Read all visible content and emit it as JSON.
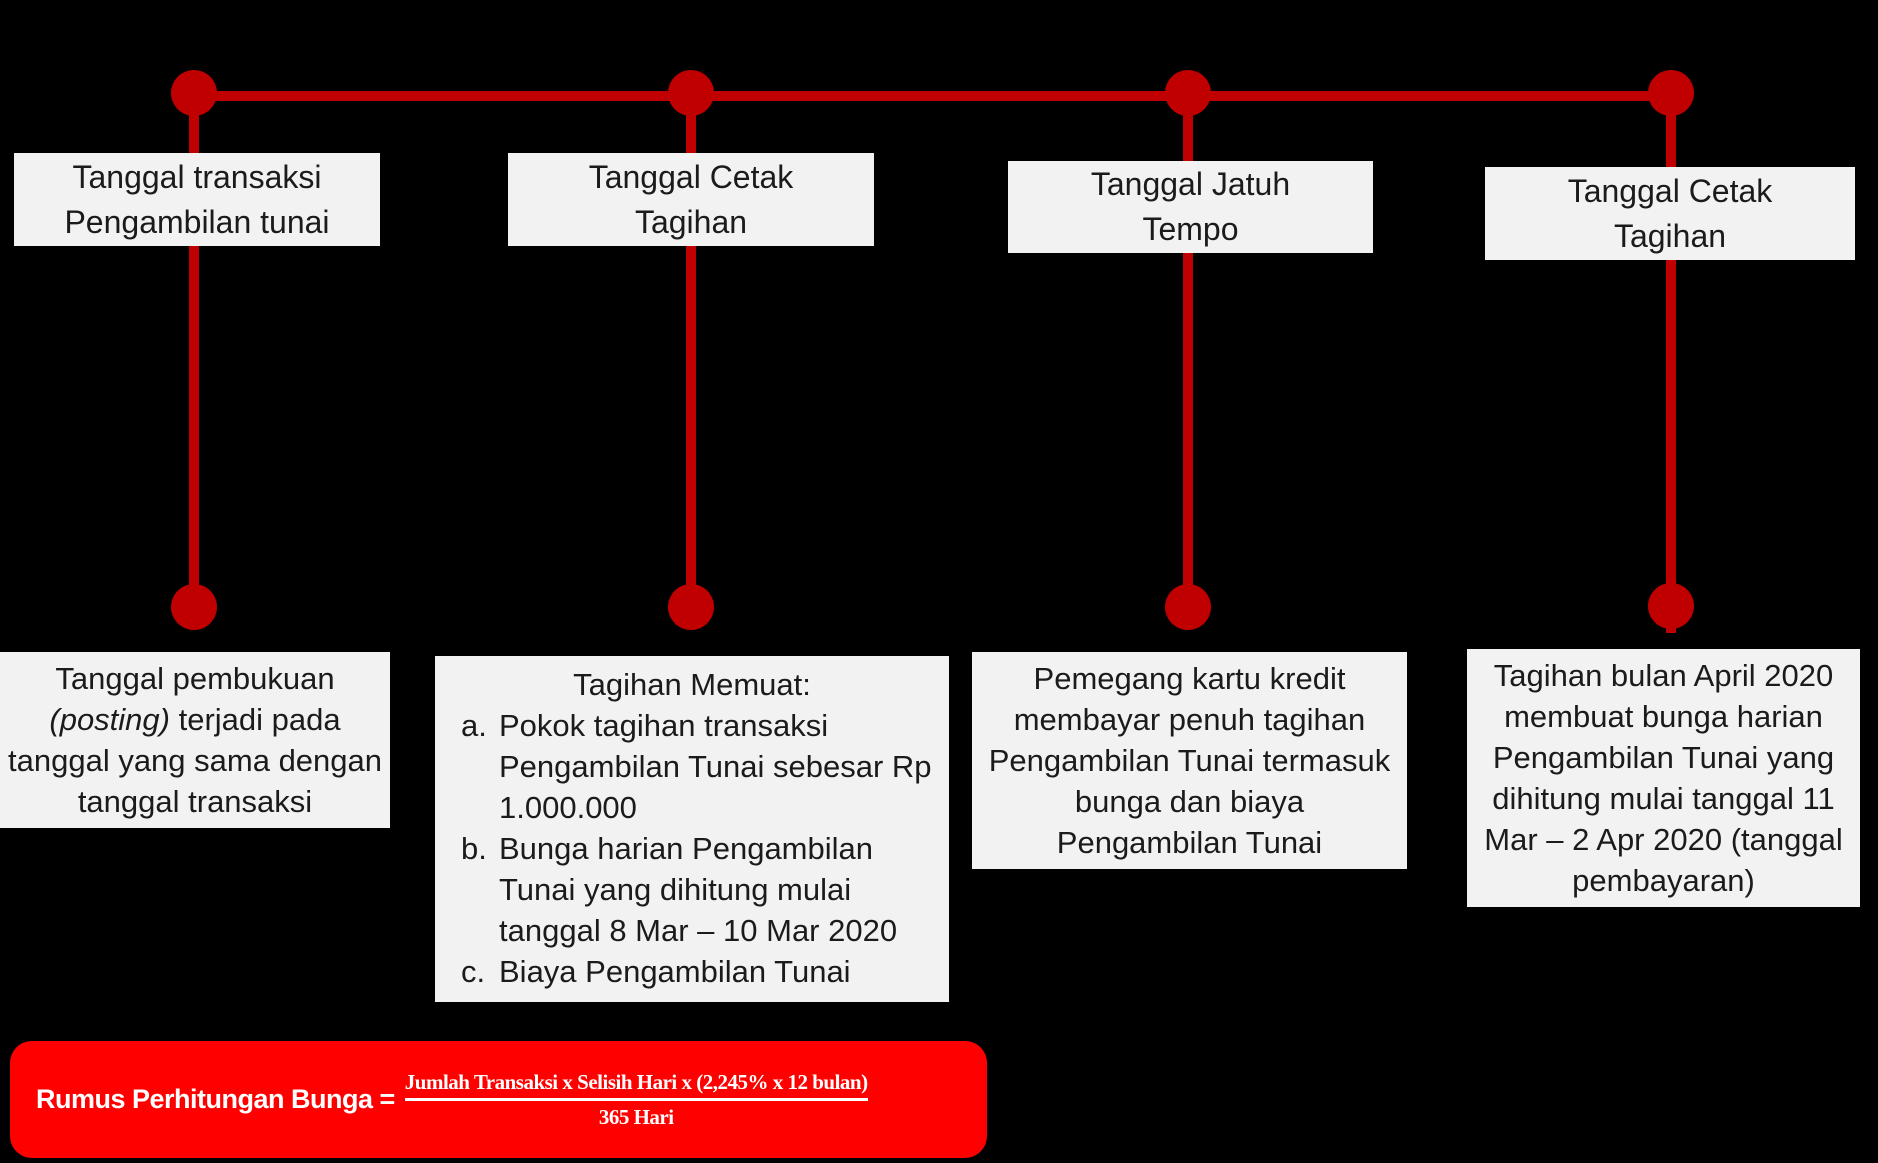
{
  "colors": {
    "background": "#000000",
    "timeline_red": "#C00000",
    "formula_box_red": "#FF0000",
    "box_background": "#F2F2F2",
    "box_text": "#1B1B1B",
    "formula_text": "#FFFFFF"
  },
  "row1": {
    "box1": "Tanggal transaksi\nPengambilan tunai",
    "box2": "Tanggal Cetak\nTagihan",
    "box3": "Tanggal Jatuh\nTempo",
    "box4": "Tanggal Cetak\nTagihan"
  },
  "row2": {
    "box1": {
      "pre": "Tanggal pembukuan\n",
      "italic": "(posting)",
      "post": " terjadi pada\ntanggal yang sama dengan\ntanggal transaksi"
    },
    "box2": {
      "title": "Tagihan Memuat:",
      "items": [
        {
          "marker": "a.",
          "text": "Pokok tagihan transaksi Pengambilan Tunai sebesar Rp 1.000.000"
        },
        {
          "marker": "b.",
          "text": "Bunga harian Pengambilan Tunai yang dihitung mulai tanggal 8 Mar – 10 Mar 2020"
        },
        {
          "marker": "c.",
          "text": "Biaya Pengambilan Tunai"
        }
      ]
    },
    "box3": "Pemegang kartu kredit membayar penuh tagihan Pengambilan Tunai termasuk bunga dan biaya Pengambilan Tunai",
    "box4": "Tagihan bulan April 2020 membuat bunga harian Pengambilan Tunai yang dihitung mulai tanggal 11 Mar – 2 Apr 2020 (tanggal pembayaran)"
  },
  "formula": {
    "label": "Rumus Perhitungan Bunga =",
    "numerator": "Jumlah Transaksi x Selisih Hari x (2,245% x 12 bulan)",
    "denominator": "365 Hari"
  }
}
